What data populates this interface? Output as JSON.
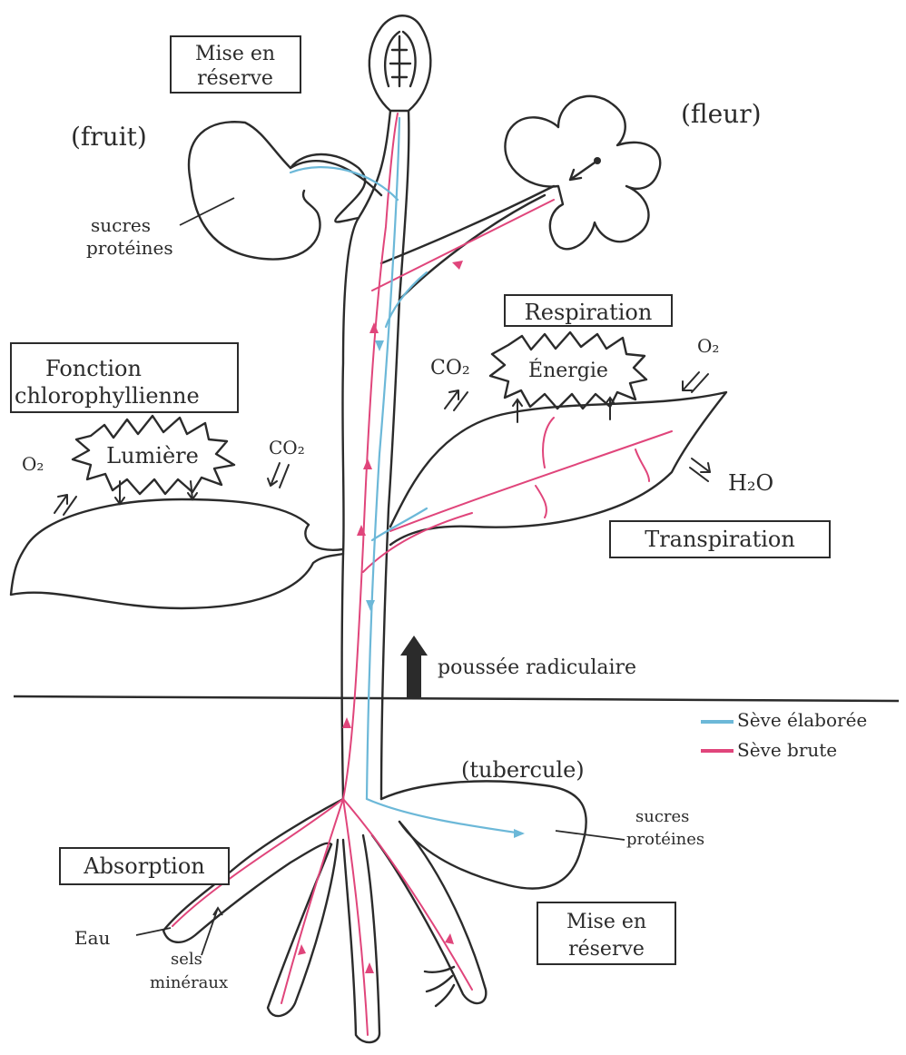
{
  "labels": {
    "mise_en_reserve_top_line1": "Mise en",
    "mise_en_reserve_top_line2": "réserve",
    "fruit": "(fruit)",
    "fleur": "(fleur)",
    "sucres_fruit_line1": "sucres",
    "sucres_fruit_line2": "protéines",
    "respiration": "Respiration",
    "energie": "Énergie",
    "co2_resp": "CO₂",
    "o2_resp": "O₂",
    "h2o": "H₂O",
    "transpiration": "Transpiration",
    "fonction_line1": "Fonction",
    "fonction_line2": "chlorophyllienne",
    "lumiere": "Lumière",
    "o2_photo": "O₂",
    "co2_photo": "CO₂",
    "poussee": "poussée radiculaire",
    "tubercule": "(tubercule)",
    "sucres_tub_line1": "sucres",
    "sucres_tub_line2": "protéines",
    "absorption": "Absorption",
    "eau": "Eau",
    "sels_line1": "sels",
    "sels_line2": "minéraux",
    "mise_en_reserve_bottom_line1": "Mise en",
    "mise_en_reserve_bottom_line2": "réserve"
  },
  "legend": {
    "elaboree": "Sève élaborée",
    "brute": "Sève brute"
  },
  "colors": {
    "seve_elaboree": "#6cb8d8",
    "seve_brute": "#e0457b",
    "ink": "#2b2b2b"
  }
}
